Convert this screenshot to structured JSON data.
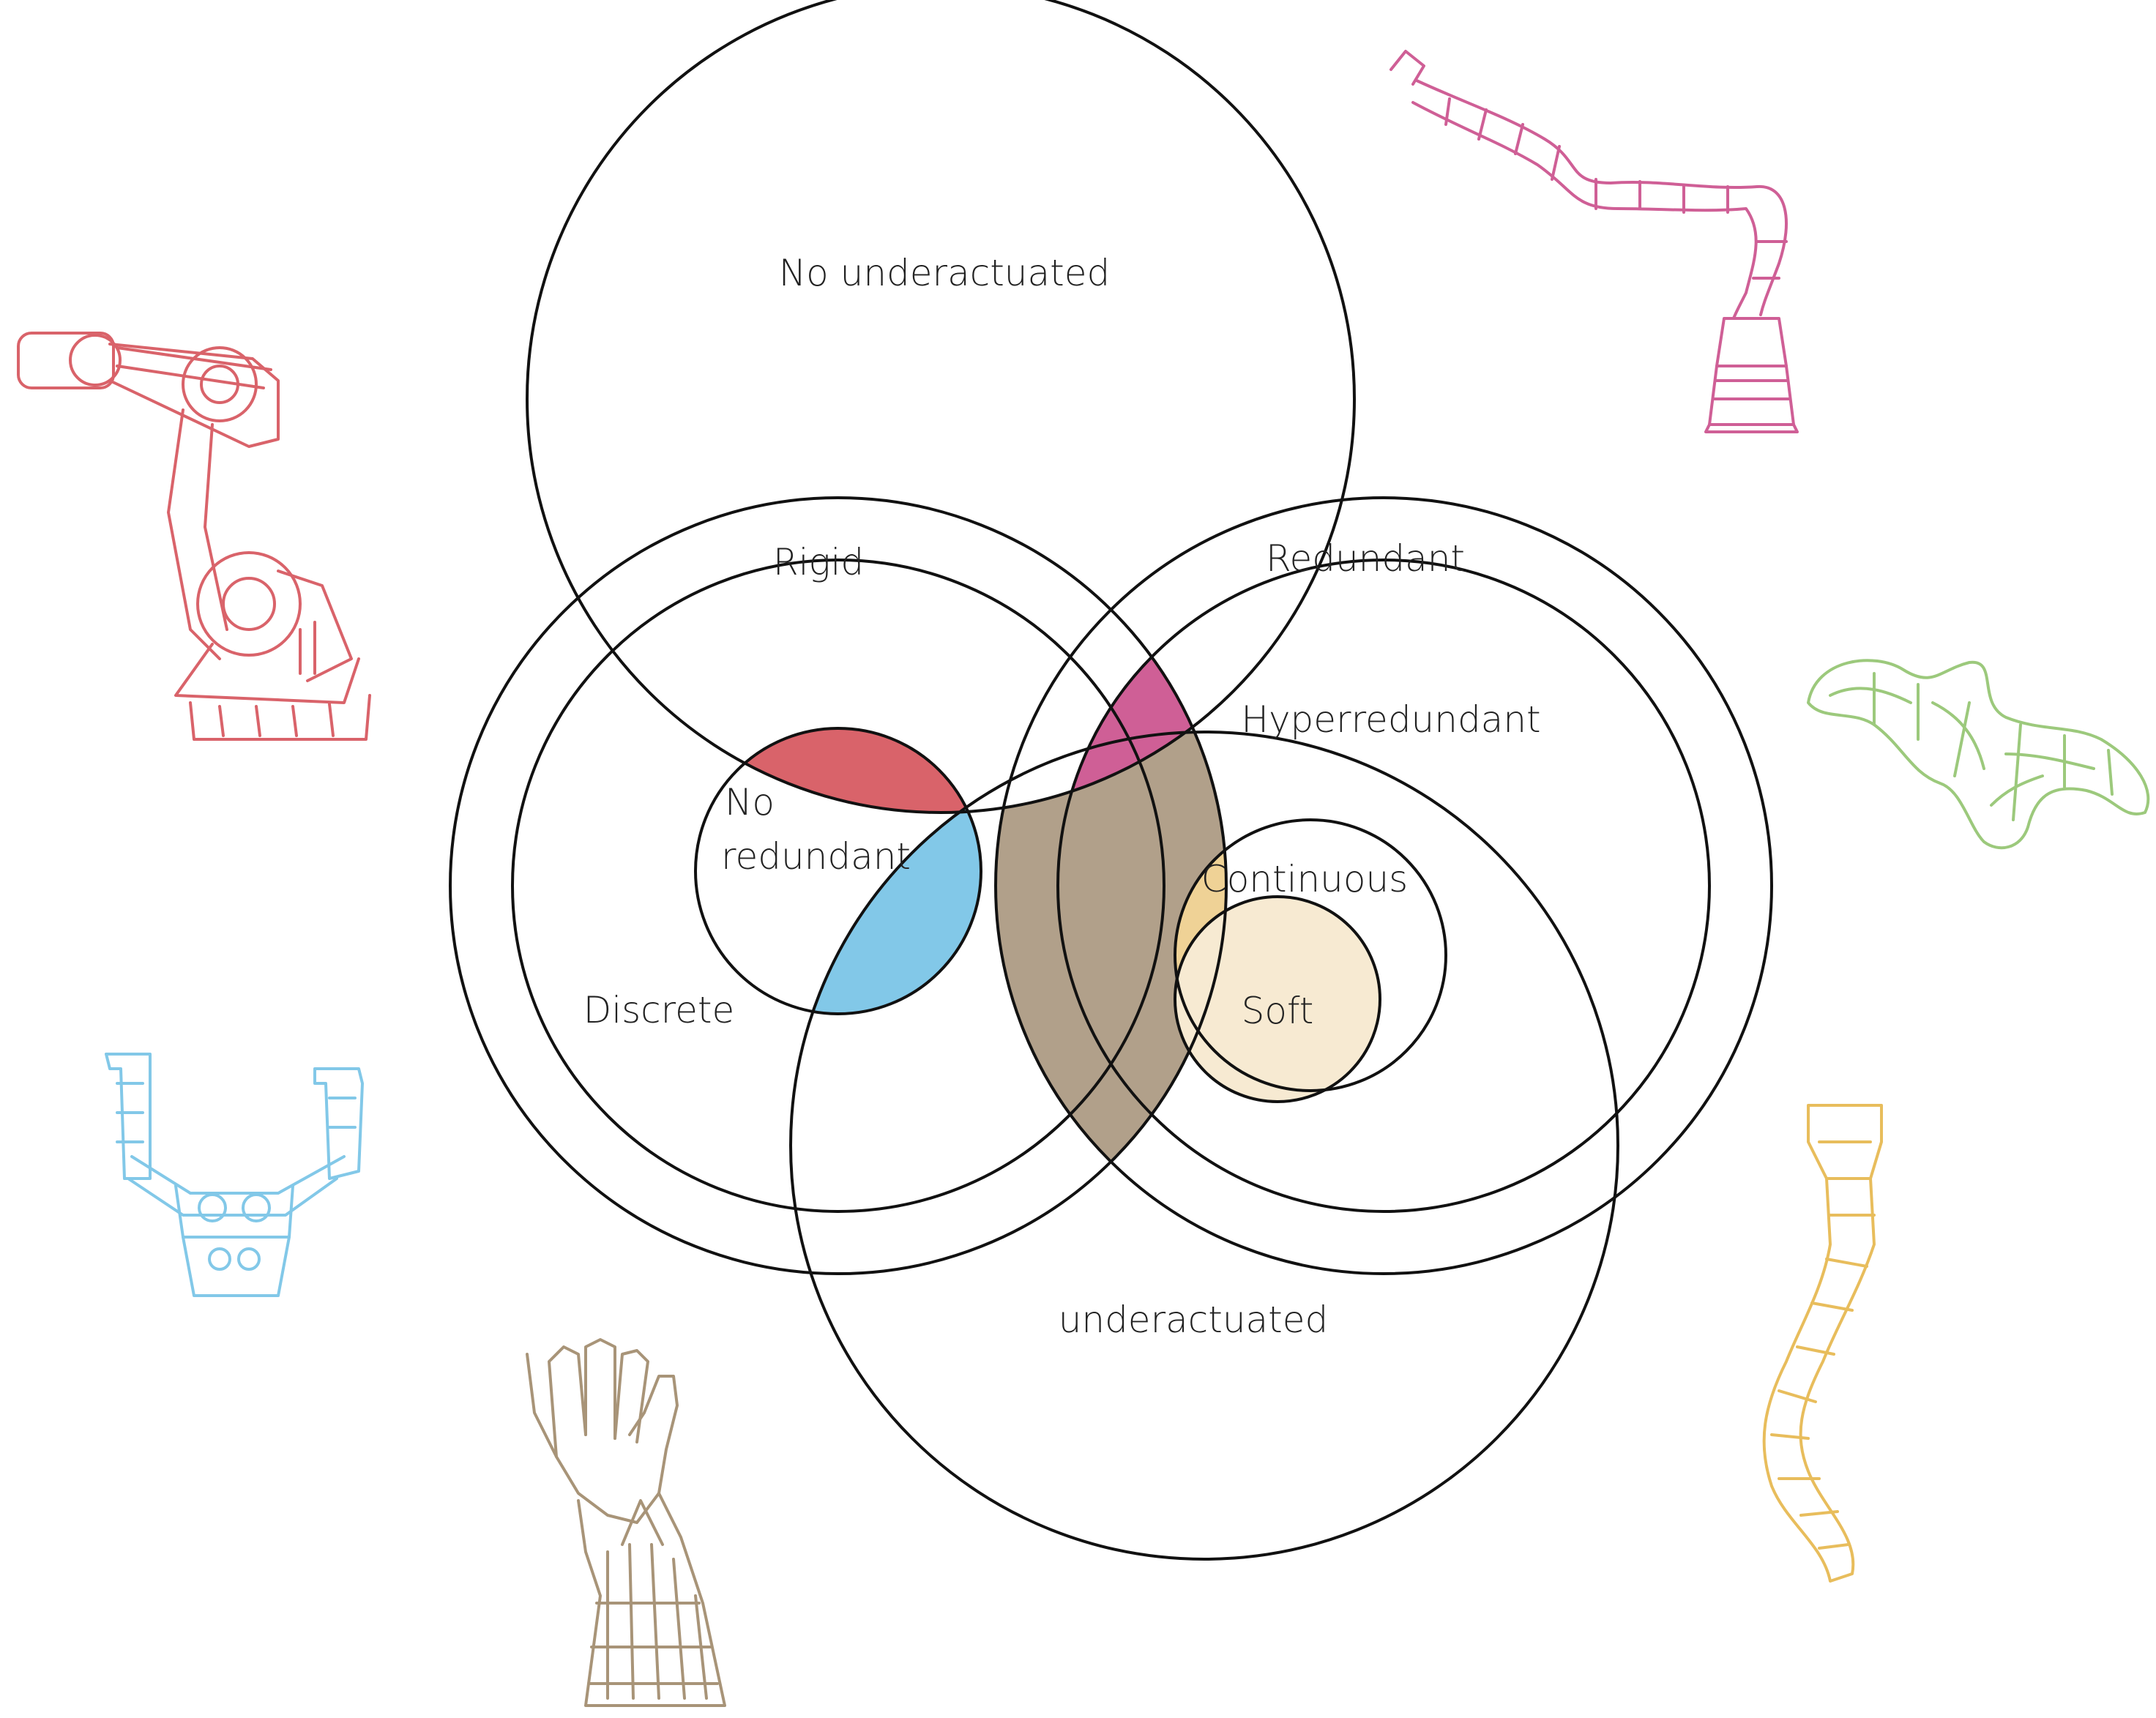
{
  "labels": {
    "no_underactuated": "No underactuated",
    "rigid": "Rigid",
    "redundant": "Redundant",
    "hyperredundant": "Hyperredundant",
    "no_redundant_line1": "No",
    "no_redundant_line2": "redundant",
    "continuous": "Continuous",
    "discrete": "Discrete",
    "soft": "Soft",
    "underactuated": "underactuated"
  },
  "colors": {
    "red": "#d9636a",
    "magenta": "#cf5f96",
    "blue": "#82c8e8",
    "brown": "#b1a08a",
    "yellow": "#efd296",
    "soft_fill": "#f7ead2",
    "green": "#9cc97c",
    "gold": "#e8bd5c",
    "tan": "#a89478",
    "outline": "#111111"
  },
  "icons": [
    "industrial-robot-arm-icon",
    "serial-snake-arm-icon",
    "hyperredundant-snake-icon",
    "gripper-icon",
    "continuum-robot-icon",
    "robotic-hand-icon"
  ]
}
